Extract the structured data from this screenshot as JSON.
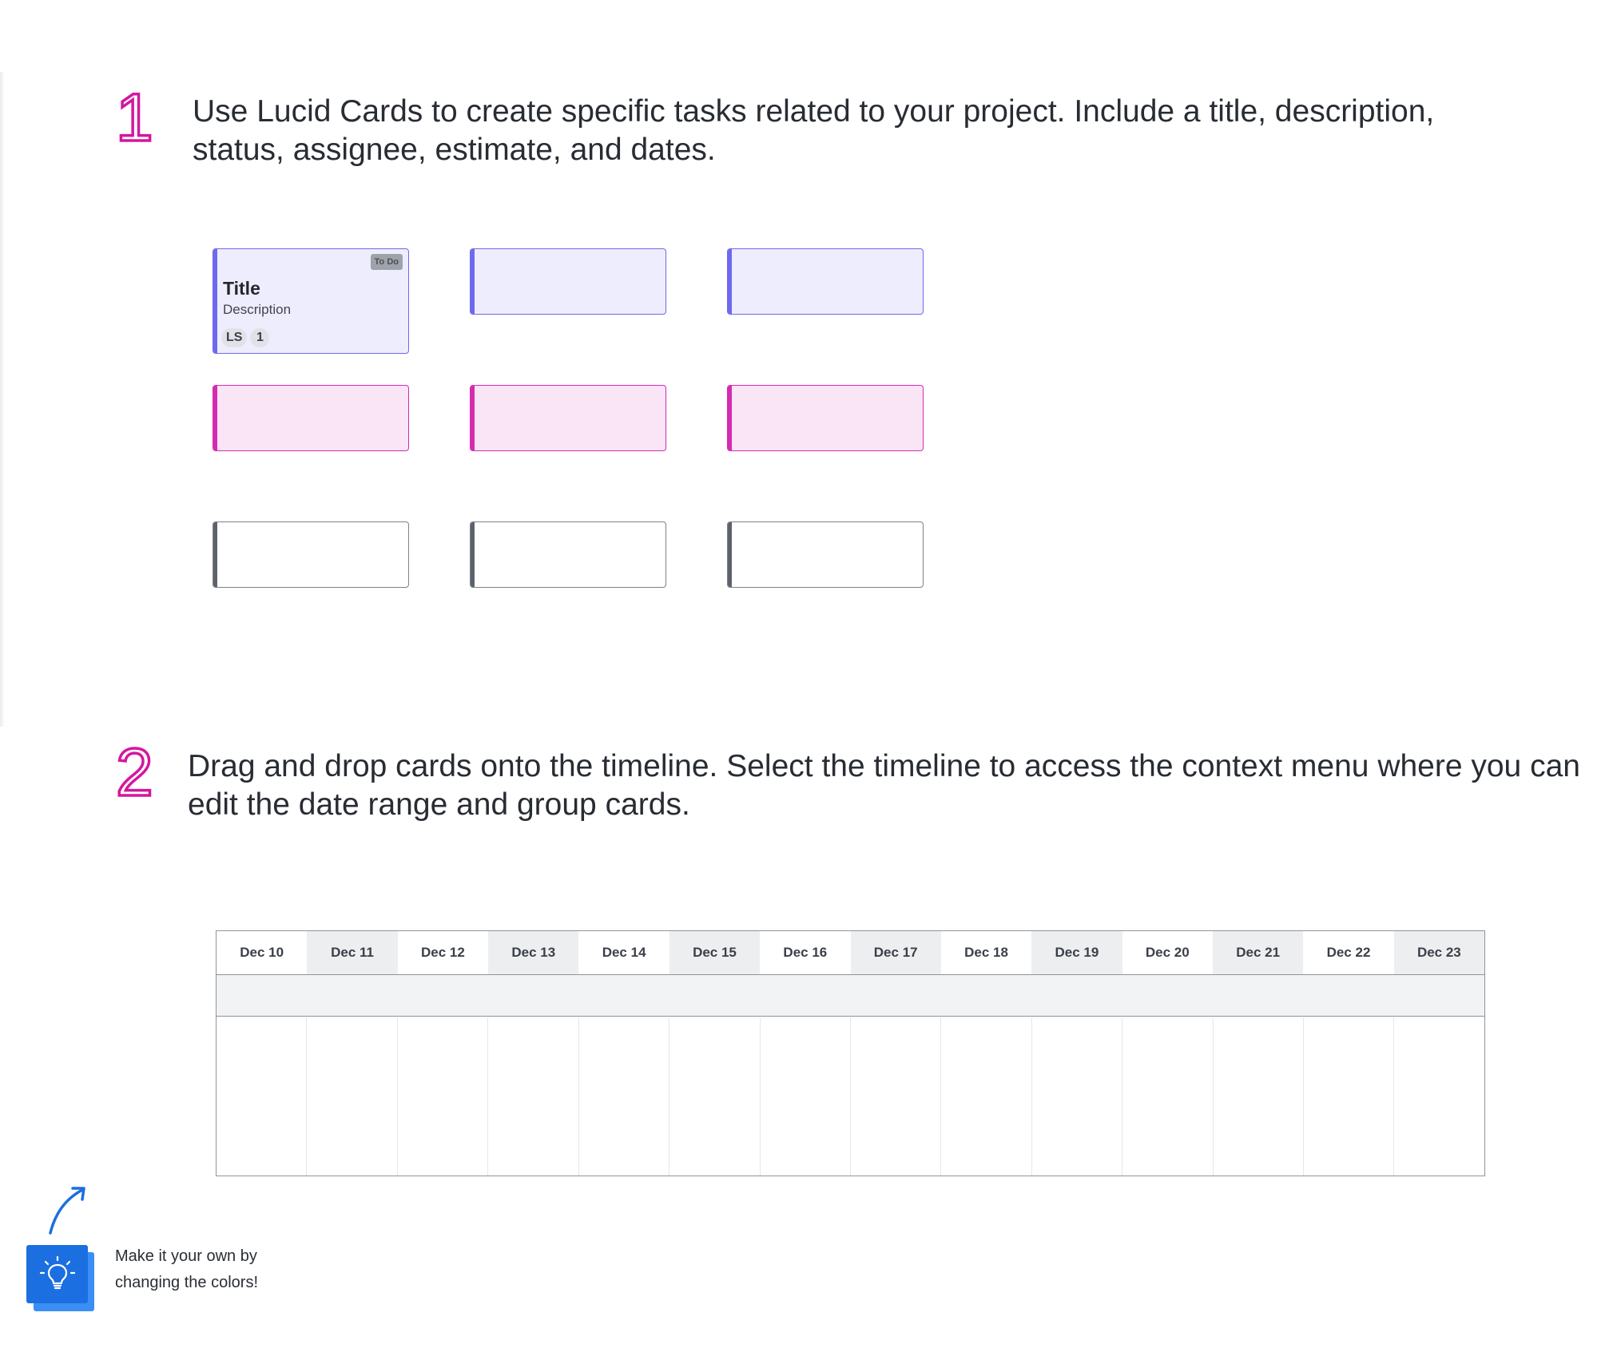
{
  "steps": [
    {
      "number": "1",
      "text": "Use Lucid Cards to create specific tasks related to your project. Include a title, description, status, assignee, estimate, and dates."
    },
    {
      "number": "2",
      "text": "Drag and drop cards onto the timeline. Select the timeline to access the context menu where you can edit the date range and group cards."
    }
  ],
  "sample_card": {
    "title": "Title",
    "description": "Description",
    "status": "To Do",
    "assignee_initials": "LS",
    "estimate": "1"
  },
  "card_colors": {
    "blue": "#6e68ee",
    "pink": "#d52bb0",
    "gray": "#5c616b"
  },
  "timeline": {
    "dates": [
      "Dec 10",
      "Dec 11",
      "Dec 12",
      "Dec 13",
      "Dec 14",
      "Dec 15",
      "Dec 16",
      "Dec 17",
      "Dec 18",
      "Dec 19",
      "Dec 20",
      "Dec 21",
      "Dec 22",
      "Dec 23"
    ]
  },
  "tip": {
    "text": "Make it your own by changing the colors!",
    "icon": "lightbulb-icon",
    "color": "#1b6fe0"
  },
  "accent_color": "#d4169f"
}
